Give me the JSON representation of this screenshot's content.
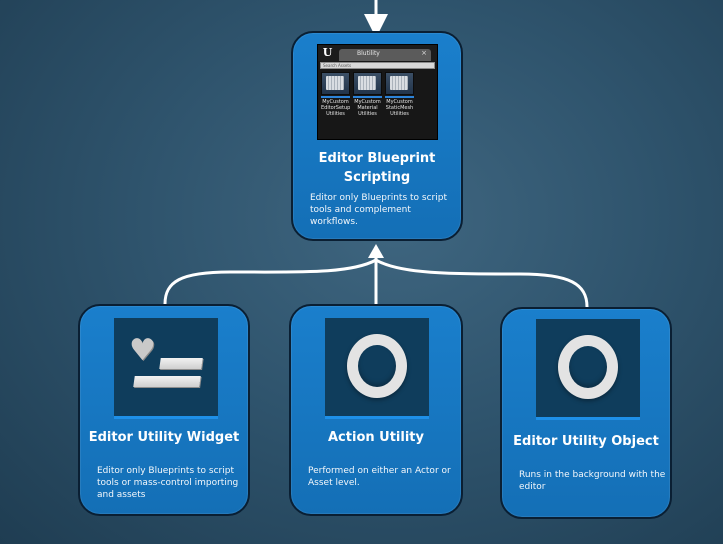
{
  "colors": {
    "card_fill": "#1676c2",
    "card_border": "#0a1f33",
    "connector": "#ffffff",
    "icon_bg": "#0f3d5c",
    "icon_accent": "#1e90e8"
  },
  "top_card": {
    "title_line1": "Editor Blueprint",
    "title_line2": "Scripting",
    "desc_line1": "Editor only Blueprints to script",
    "desc_line2": "tools and complement workflows.",
    "window": {
      "logo": "U",
      "tab_title": "Blutility",
      "close": "×",
      "search_placeholder": "Search Assets",
      "assets": [
        {
          "label": "MyCustom\nEditorSetup\nUtilities",
          "icon": "blueprint-book-icon"
        },
        {
          "label": "MyCustom\nMaterial\nUtilities",
          "icon": "blueprint-book-icon"
        },
        {
          "label": "MyCustom\nStaticMesh\nUtilities",
          "icon": "blueprint-book-icon"
        }
      ]
    }
  },
  "bottom_cards": [
    {
      "title": "Editor Utility Widget",
      "desc_line1": "Editor only Blueprints to script",
      "desc_line2": "tools or mass-control importing",
      "desc_line3": "and assets",
      "icon": "widget-heart-icon"
    },
    {
      "title": "Action Utility",
      "desc_line1": "Performed on either an Actor or",
      "desc_line2": "Asset level.",
      "icon": "ring-icon"
    },
    {
      "title": "Editor Utility Object",
      "desc_line1": "Runs in the background with the",
      "desc_line2": "editor",
      "icon": "ring-icon"
    }
  ]
}
